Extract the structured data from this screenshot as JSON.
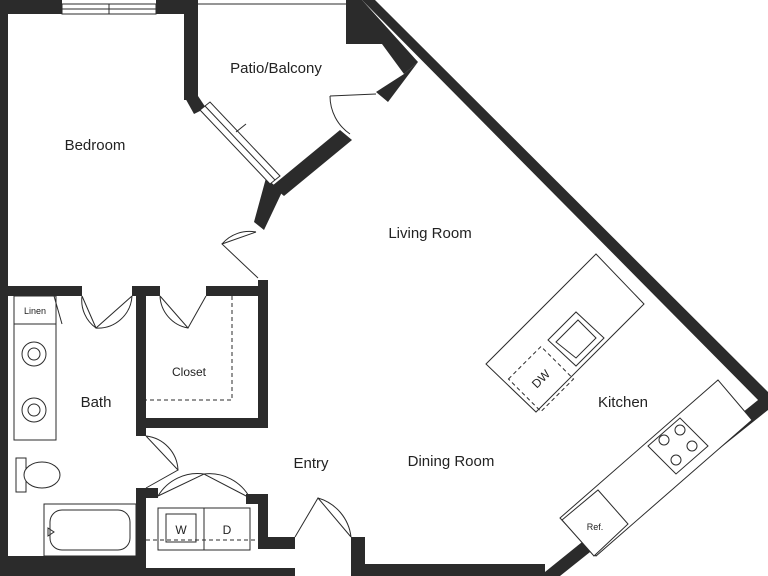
{
  "rooms": {
    "patio": "Patio/Balcony",
    "bedroom": "Bedroom",
    "living": "Living Room",
    "kitchen": "Kitchen",
    "dining": "Dining Room",
    "entry": "Entry",
    "bath": "Bath",
    "closet": "Closet"
  },
  "fixtures": {
    "linen": "Linen",
    "dishwasher": "DW",
    "washer": "W",
    "dryer": "D",
    "refrigerator": "Ref."
  },
  "colors": {
    "wall": "#2b2b2b",
    "background": "#ffffff"
  }
}
